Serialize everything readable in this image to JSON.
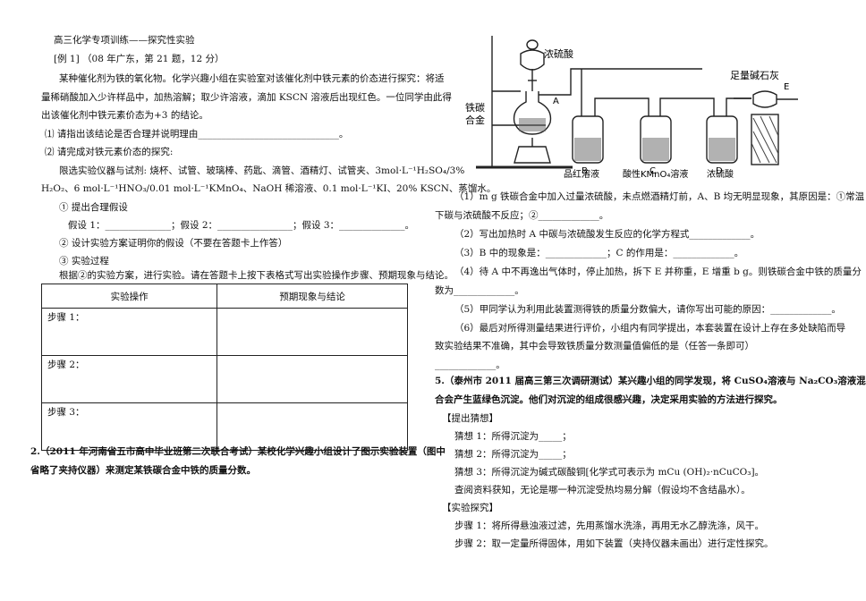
{
  "left": {
    "title": "高三化学专项训练——探究性实验",
    "example": "[例 1]  （08 年广东，第 21 题，12 分）",
    "intro": [
      "某种催化剂为铁的氧化物。化学兴趣小组在实验室对该催化剂中铁元素的价态进行探究：将适",
      "量稀硝酸加入少许样品中，加热溶解；取少许溶液，滴加 KSCN 溶液后出现红色。一位同学由此得",
      "出该催化剂中铁元素价态为+3 的结论。"
    ],
    "q1": "⑴ 请指出该结论是否合理并说明理由______________________________。",
    "q2": "⑵ 请完成对铁元素价态的探究:",
    "reagents": [
      "限选实验仪器与试剂: 烧杯、试管、玻璃棒、药匙、滴管、酒精灯、试管夹、3mol·L⁻¹H₂SO₄/3%",
      "H₂O₂、6 mol·L⁻¹HNO₃/0.01 mol·L⁻¹KMnO₄、NaOH 稀溶液、0.1 mol·L⁻¹KI、20% KSCN、蒸馏水。"
    ],
    "s1": "① 提出合理假设",
    "hyp": "假设 1：______________；假设 2：________________；假设 3：______________。",
    "s2": "② 设计实验方案证明你的假设（不要在答题卡上作答）",
    "s3": "③ 实验过程",
    "s3_text": "根据②的实验方案，进行实验。请在答题卡上按下表格式写出实验操作步骤、预期现象与结论。",
    "table": {
      "headers": [
        "实验操作",
        "预期现象与结论"
      ],
      "steps": [
        "步骤 1：",
        "步骤 2：",
        "步骤 3："
      ]
    },
    "p2": [
      "2.（2011 年河南省五市高中毕业班第二次联合考试）某校化学兴趣小组设计了图示实验装置（图中",
      "省略了夹持仪器）来测定某铁碳合金中铁的质量分数。"
    ]
  },
  "apparatus": {
    "acid": "浓硫酸",
    "alloy_1": "铁碳",
    "alloy_2": "合金",
    "soda": "足量碱石灰",
    "A": "A",
    "B": "B",
    "C": "C",
    "D": "D",
    "E": "E",
    "label_B": "品红溶液",
    "label_C": "酸性KMnO₄溶液",
    "label_D": "浓硫酸"
  },
  "right": {
    "q1a": "（1）m g 铁碳合金中加入过量浓硫酸，未点燃酒精灯前，A、B 均无明显现象，其原因是：①常温",
    "q1b": "下碳与浓硫酸不反应；②_____________。",
    "q2": "（2）写出加热时 A 中碳与浓硫酸发生反应的化学方程式_____________。",
    "q3": "（3）B 中的现象是：_____________；C 的作用是：_____________。",
    "q4a": "（4）待 A 中不再逸出气体时，停止加热，拆下 E 并称重，E 增重 b g。则铁碳合金中铁的质量分",
    "q4b": "数为_____________。",
    "q5": "（5）甲同学认为利用此装置测得铁的质量分数偏大，请你写出可能的原因：_____________。",
    "q6a": "（6）最后对所得测量结果进行评价，小组内有同学提出，本套装置在设计上存在多处缺陷而导",
    "q6b": "致实验结果不准确，其中会导致铁质量分数测量值偏低的是（任答一条即可）",
    "q6c": "_____________。",
    "p5a": "5.（泰州市 2011 届高三第三次调研测试）某兴趣小组的同学发现，将 CuSO₄溶液与 Na₂CO₃溶液混",
    "p5b": "合会产生蓝绿色沉淀。他们对沉淀的组成很感兴趣，决定采用实验的方法进行探究。",
    "guess_head": "【提出猜想】",
    "g1": "猜想 1：所得沉淀为_____；",
    "g2": "猜想 2：所得沉淀为_____；",
    "g3": "猜想 3：所得沉淀为碱式碳酸铜[化学式可表示为 mCu (OH)₂·nCuCO₃]。",
    "info": "查阅资料获知，无论是哪一种沉淀受热均易分解（假设均不含结晶水）。",
    "exp_head": "【实验探究】",
    "st1": "步骤 1：将所得悬浊液过滤，先用蒸馏水洗涤，再用无水乙醇洗涤，风干。",
    "st2": "步骤 2：取一定量所得固体，用如下装置（夹持仪器未画出）进行定性探究。"
  }
}
